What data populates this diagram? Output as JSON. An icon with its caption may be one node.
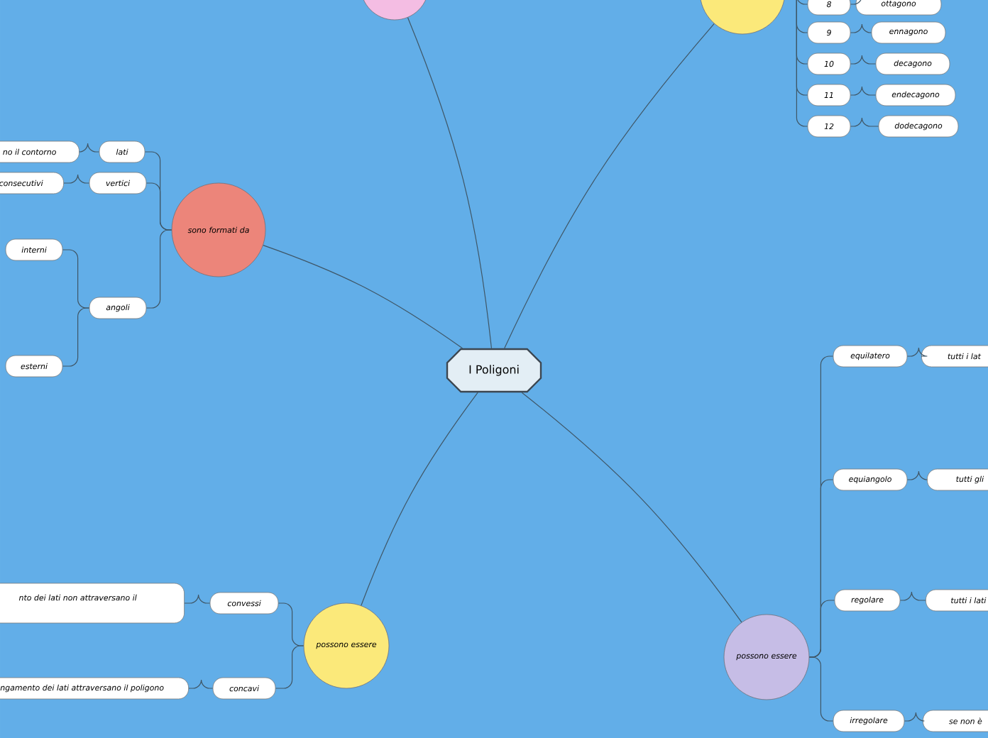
{
  "diagram": {
    "nodes": [
      {
        "text": [
          "I Poligoni"
        ]
      },
      {
        "text": [],
        "shape": "circle"
      },
      {
        "text": [],
        "shape": "circle"
      },
      {
        "text": [
          "8"
        ]
      },
      {
        "text": [
          "ottagono"
        ]
      },
      {
        "text": [
          "9"
        ]
      },
      {
        "text": [
          "ennagono"
        ]
      },
      {
        "text": [
          "10"
        ]
      },
      {
        "text": [
          "decagono"
        ]
      },
      {
        "text": [
          "11"
        ]
      },
      {
        "text": [
          "endecagono"
        ]
      },
      {
        "text": [
          "12"
        ]
      },
      {
        "text": [
          "dodecagono"
        ]
      },
      {
        "text": [
          "sono formati da"
        ]
      },
      {
        "text": [
          "lati"
        ]
      },
      {
        "text": [
          "no il contorno"
        ]
      },
      {
        "text": [
          "vertici"
        ]
      },
      {
        "text": [
          "consecutivi"
        ]
      },
      {
        "text": [
          "angoli"
        ]
      },
      {
        "text": [
          "interni"
        ]
      },
      {
        "text": [
          "esterni"
        ]
      },
      {
        "text": [
          "possono essere"
        ]
      },
      {
        "text": [
          "convessi"
        ]
      },
      {
        "text": [
          "nto dei lati non attraversano il"
        ]
      },
      {
        "text": [
          "concavi"
        ]
      },
      {
        "text": [
          "ngamento dei lati attraversano il poligono"
        ]
      },
      {
        "text": [
          "possono essere"
        ]
      },
      {
        "text": [
          "equilatero"
        ]
      },
      {
        "text": [
          "tutti i lat"
        ]
      },
      {
        "text": [
          "equiangolo"
        ]
      },
      {
        "text": [
          "tutti gli"
        ]
      },
      {
        "text": [
          "regolare"
        ]
      },
      {
        "text": [
          "tutti i lati"
        ]
      },
      {
        "text": [
          "irregolare"
        ]
      },
      {
        "text": [
          "se non è"
        ]
      }
    ],
    "edges": [
      {
        "from": 0,
        "to": 1,
        "arrow": "none"
      },
      {
        "from": 0,
        "to": 2,
        "arrow": "none"
      },
      {
        "from": 0,
        "to": 13,
        "arrow": "none"
      },
      {
        "from": 0,
        "to": 21,
        "arrow": "none"
      },
      {
        "from": 0,
        "to": 26,
        "arrow": "none"
      },
      {
        "from": 2,
        "to": 3,
        "arrow": "none"
      },
      {
        "from": 2,
        "to": 5,
        "arrow": "none"
      },
      {
        "from": 2,
        "to": 7,
        "arrow": "none"
      },
      {
        "from": 2,
        "to": 9,
        "arrow": "none"
      },
      {
        "from": 2,
        "to": 11,
        "arrow": "none"
      },
      {
        "from": 3,
        "to": 4,
        "arrow": "none"
      },
      {
        "from": 5,
        "to": 6,
        "arrow": "none"
      },
      {
        "from": 7,
        "to": 8,
        "arrow": "none"
      },
      {
        "from": 9,
        "to": 10,
        "arrow": "none"
      },
      {
        "from": 11,
        "to": 12,
        "arrow": "none"
      },
      {
        "from": 13,
        "to": 14,
        "arrow": "none"
      },
      {
        "from": 13,
        "to": 16,
        "arrow": "none"
      },
      {
        "from": 13,
        "to": 18,
        "arrow": "none"
      },
      {
        "from": 14,
        "to": 15,
        "arrow": "none"
      },
      {
        "from": 16,
        "to": 17,
        "arrow": "none"
      },
      {
        "from": 18,
        "to": 19,
        "arrow": "none"
      },
      {
        "from": 18,
        "to": 20,
        "arrow": "none"
      },
      {
        "from": 21,
        "to": 22,
        "arrow": "none"
      },
      {
        "from": 21,
        "to": 24,
        "arrow": "none"
      },
      {
        "from": 22,
        "to": 23,
        "arrow": "none"
      },
      {
        "from": 24,
        "to": 25,
        "arrow": "none"
      },
      {
        "from": 26,
        "to": 27,
        "arrow": "none"
      },
      {
        "from": 26,
        "to": 29,
        "arrow": "none"
      },
      {
        "from": 26,
        "to": 31,
        "arrow": "none"
      },
      {
        "from": 26,
        "to": 33,
        "arrow": "none"
      },
      {
        "from": 27,
        "to": 28,
        "arrow": "none"
      },
      {
        "from": 29,
        "to": 30,
        "arrow": "none"
      },
      {
        "from": 31,
        "to": 32,
        "arrow": "none"
      },
      {
        "from": 33,
        "to": 34,
        "arrow": "none"
      }
    ]
  }
}
